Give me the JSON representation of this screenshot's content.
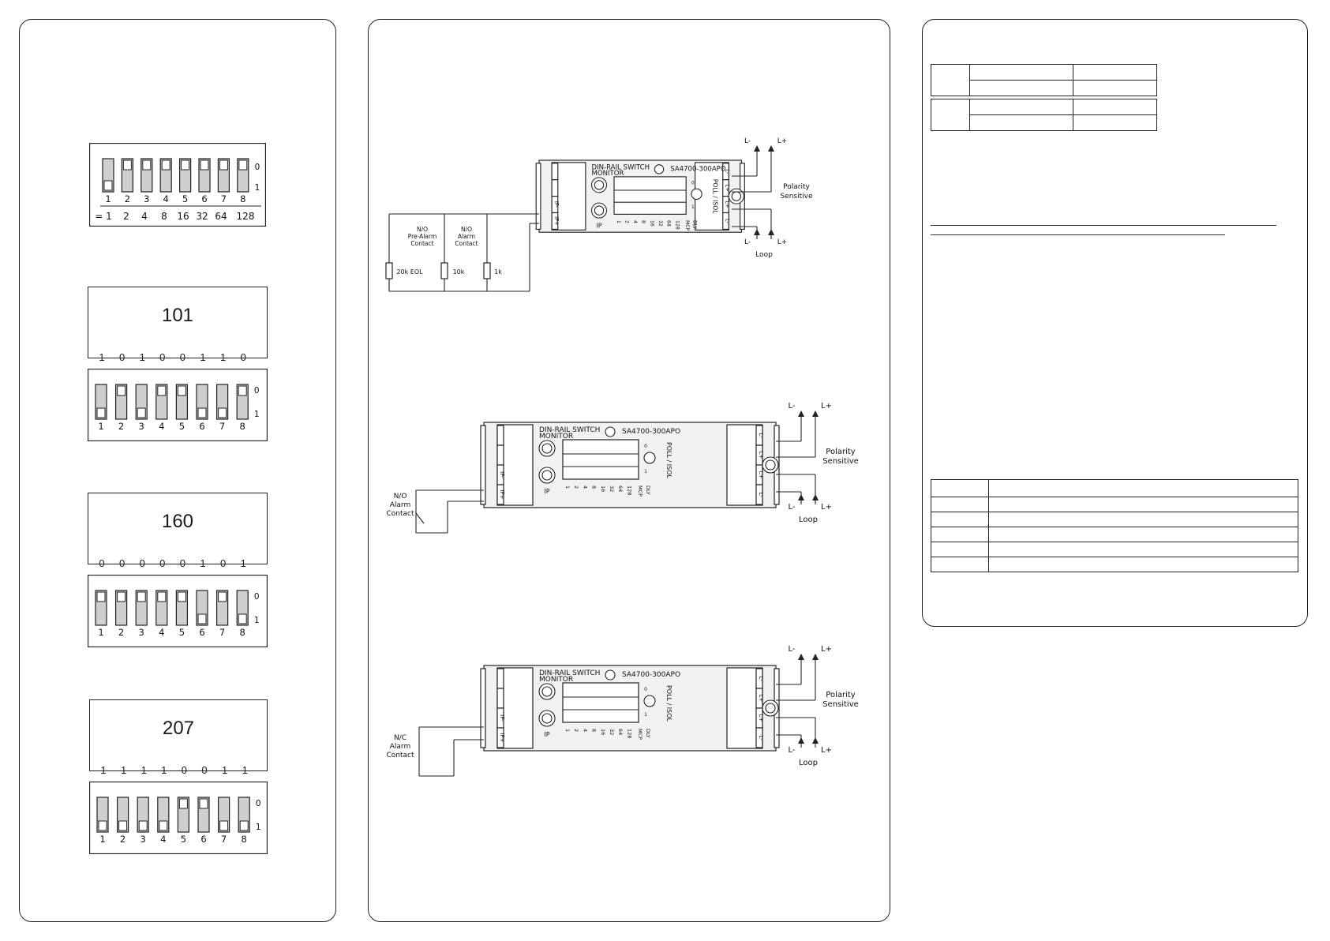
{
  "dip_legend": {
    "positions": [
      "1",
      "2",
      "3",
      "4",
      "5",
      "6",
      "7",
      "8"
    ],
    "weights": [
      "= 1",
      "2",
      "4",
      "8",
      "16",
      "32",
      "64",
      "128"
    ],
    "state_labels": [
      "0",
      "1"
    ]
  },
  "address_examples": [
    {
      "address": "101",
      "bits": [
        "1",
        "0",
        "1",
        "0",
        "0",
        "1",
        "1",
        "0"
      ],
      "switch_labels": [
        "1",
        "2",
        "3",
        "4",
        "5",
        "6",
        "7",
        "8"
      ],
      "state_labels": [
        "0",
        "1"
      ]
    },
    {
      "address": "160",
      "bits": [
        "0",
        "0",
        "0",
        "0",
        "0",
        "1",
        "0",
        "1"
      ],
      "switch_labels": [
        "1",
        "2",
        "3",
        "4",
        "5",
        "6",
        "7",
        "8"
      ],
      "state_labels": [
        "0",
        "1"
      ]
    },
    {
      "address": "207",
      "bits": [
        "1",
        "1",
        "1",
        "1",
        "0",
        "0",
        "1",
        "1"
      ],
      "switch_labels": [
        "1",
        "2",
        "3",
        "4",
        "5",
        "6",
        "7",
        "8"
      ],
      "state_labels": [
        "0",
        "1"
      ]
    }
  ],
  "device": {
    "title_line1": "DIN-RAIL SWITCH",
    "title_line2": "MONITOR",
    "model": "SA4700-300APO",
    "poll_isol": "POLL / ISOL",
    "ip_label": "IP",
    "weights": [
      "1",
      "2",
      "4",
      "8",
      "16",
      "32",
      "64",
      "128"
    ],
    "extra_labels": [
      "MCP",
      "DLY"
    ],
    "terminal_left": [
      "IP-",
      "IP+"
    ],
    "terminal_right": [
      "L-",
      "L+",
      "L+",
      "L-"
    ]
  },
  "wiring_common": {
    "loop_minus": "L-",
    "loop_plus": "L+",
    "polarity_line1": "Polarity",
    "polarity_line2": "Sensitive",
    "loop": "Loop"
  },
  "wiring_1": {
    "contact1_lines": [
      "N/O",
      "Pre-Alarm",
      "Contact"
    ],
    "contact2_lines": [
      "N/O",
      "Alarm",
      "Contact"
    ],
    "resistors": [
      "20k EOL",
      "10k",
      "1k"
    ]
  },
  "wiring_2": {
    "contact_lines": [
      "N/O",
      "Alarm",
      "Contact"
    ]
  },
  "wiring_3": {
    "contact_lines": [
      "N/C",
      "Alarm",
      "Contact"
    ]
  }
}
